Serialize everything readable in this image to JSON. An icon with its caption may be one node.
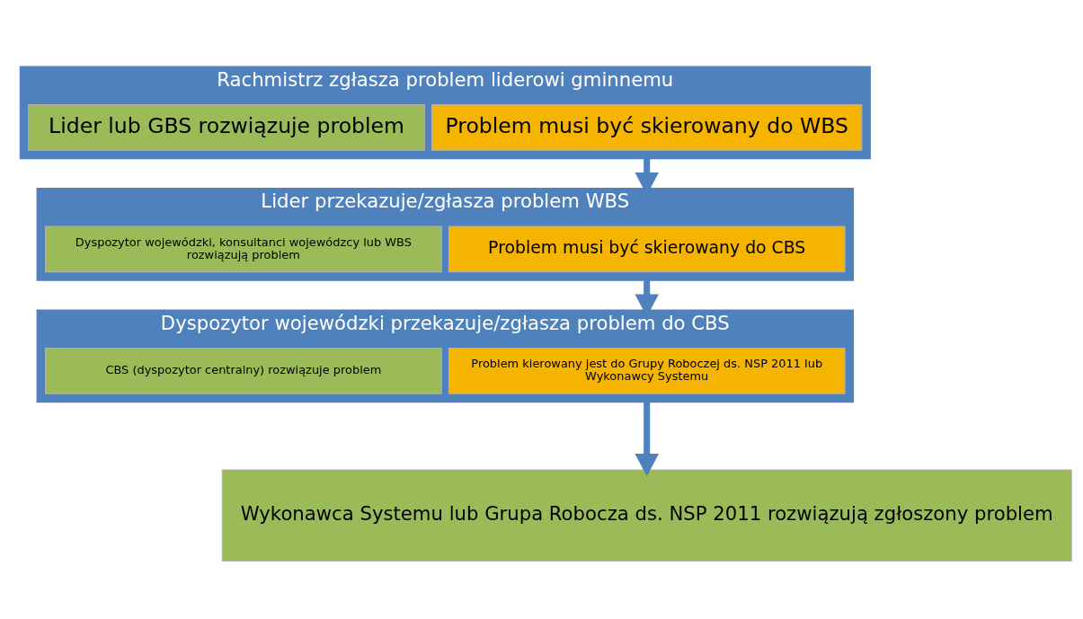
{
  "diagram": {
    "nodes": [
      {
        "text": [
          "Rachmistrz zgłasza problem liderowi gminnemu"
        ]
      },
      {
        "text": [
          "Lider lub GBS rozwiązuje problem"
        ],
        "in": 0
      },
      {
        "text": [
          "Problem musi być skierowany do WBS"
        ],
        "in": 0
      },
      {
        "text": [
          "Lider przekazuje/zgłasza problem WBS"
        ]
      },
      {
        "text": [
          "Dyspozytor wojewódzki, konsultanci wojewódzcy lub WBS rozwiązują problem"
        ],
        "in": 3
      },
      {
        "text": [
          "Problem musi być skierowany do CBS"
        ],
        "in": 3
      },
      {
        "text": [
          "Dyspozytor wojewódzki przekazuje/zgłasza problem do CBS"
        ]
      },
      {
        "text": [
          "CBS (dyspozytor centralny) rozwiązuje problem"
        ],
        "in": 6
      },
      {
        "text": [
          "Problem kierowany jest do Grupy Roboczej ds. NSP 2011 lub Wykonawcy Systemu"
        ],
        "in": 6
      },
      {
        "text": [
          "Wykonawca Systemu lub Grupa Robocza ds. NSP 2011 rozwiązują zgłoszony problem"
        ]
      }
    ],
    "edges": [
      {
        "from": 0,
        "to": 3,
        "arrow": "to"
      },
      {
        "from": 3,
        "to": 6,
        "arrow": "to"
      },
      {
        "from": 6,
        "to": 9,
        "arrow": "to"
      }
    ]
  }
}
